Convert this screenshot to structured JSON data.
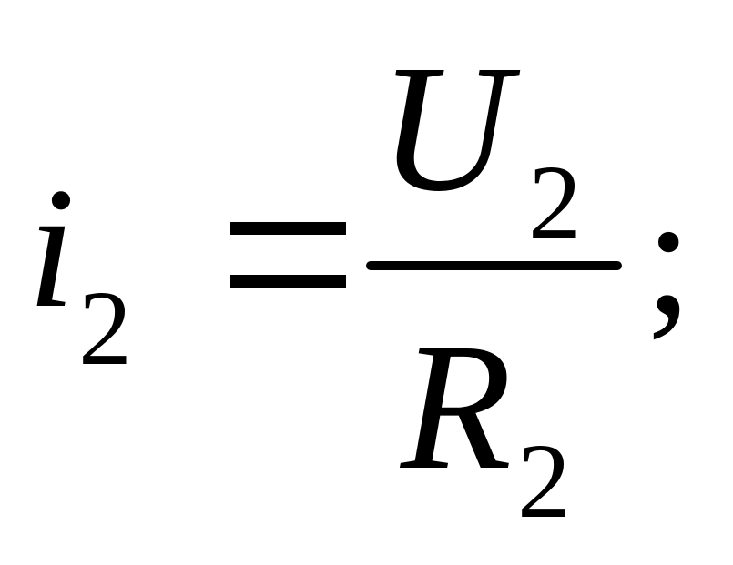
{
  "formula": {
    "lhs": {
      "var": "i",
      "sub": "2"
    },
    "eq": "=",
    "numerator": {
      "var": "U",
      "sub": "2"
    },
    "denominator": {
      "var": "R",
      "sub": "2"
    },
    "terminator": ";"
  }
}
